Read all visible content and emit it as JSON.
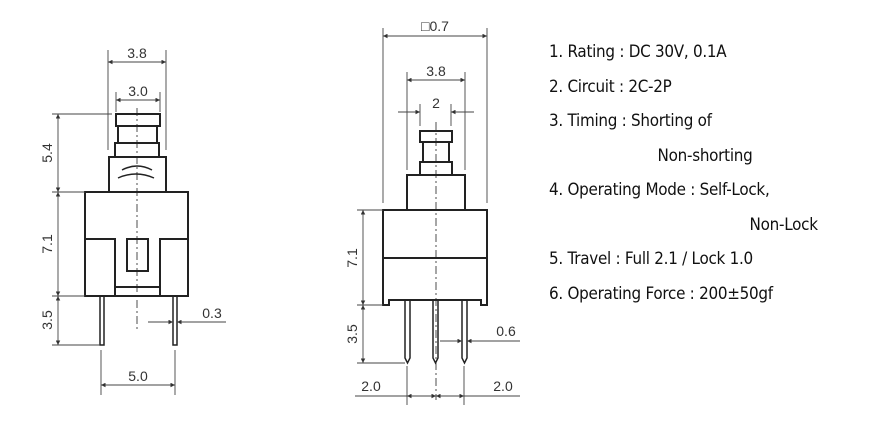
{
  "left_view": {
    "dims": {
      "top_width": "3.8",
      "cap_width": "3.0",
      "plunger_height": "5.4",
      "body_height": "7.1",
      "pin_length": "3.5",
      "pin_pitch": "5.0",
      "pin_thickness": "0.3"
    }
  },
  "front_view": {
    "dims": {
      "body_width": "□0.7",
      "housing_width": "3.8",
      "plunger_width": "2",
      "body_height": "7.1",
      "pin_length": "3.5",
      "pin_width": "0.6",
      "pitch_left": "2.0",
      "pitch_right": "2.0"
    }
  },
  "specs": [
    "1. Rating : DC 30V, 0.1A",
    "2. Circuit : 2C-2P",
    "3. Timing : Shorting of",
    "Non-shorting",
    "4. Operating Mode : Self-Lock,",
    "Non-Lock",
    "5. Travel : Full 2.1 /  Lock 1.0",
    "6. Operating Force : 200±50gf"
  ]
}
